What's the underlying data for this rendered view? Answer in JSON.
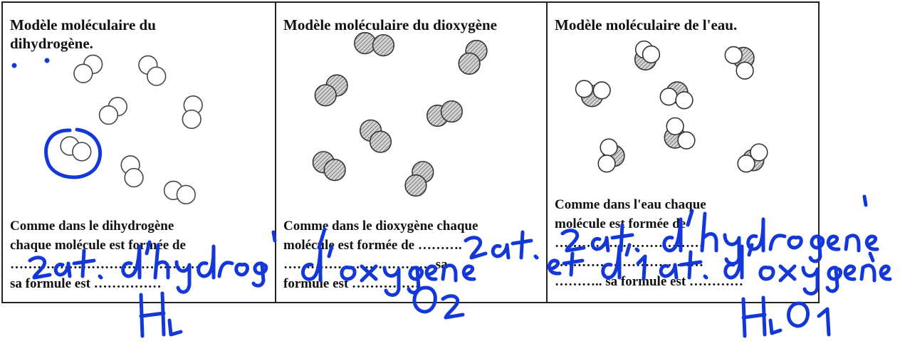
{
  "panels": [
    {
      "title_line1": "Modèle moléculaire du",
      "title_line2": "dihydrogène.",
      "text_line1": "Comme dans le dihydrogène",
      "text_line2": "chaque molécule est formée de",
      "text_line3": "……………………………………",
      "text_line4": "sa formule est ……………"
    },
    {
      "title_line1": "Modèle moléculaire du dioxygène",
      "text_line1": "Comme dans le dioxygène chaque",
      "text_line2": "molécule est formée de ……….",
      "text_line3": "…………………………… sa",
      "text_line4": "formule est ……………"
    },
    {
      "title_line1": "Modèle moléculaire de l'eau.",
      "text_line1": "Comme dans l'eau chaque",
      "text_line2": "molécule est formée de",
      "text_line3": "……………………………",
      "text_line4": "……………………………",
      "text_line5": "……….. sa formule est …………"
    }
  ],
  "handwriting": {
    "panel1_answer": "2 at. d'hydrogène",
    "panel1_formula": "H2",
    "panel2_answer": "2 at. d'oxygène",
    "panel2_formula": "O2",
    "panel3_answer_line1": "2 at. d'hydrogène",
    "panel3_answer_line2": "et d'1 at. d'oxygène",
    "panel3_formula": "H2O1",
    "ink_color": "#1438d8"
  },
  "atom_styles": {
    "hydrogen": "white",
    "oxygen": "hatched-gray"
  }
}
